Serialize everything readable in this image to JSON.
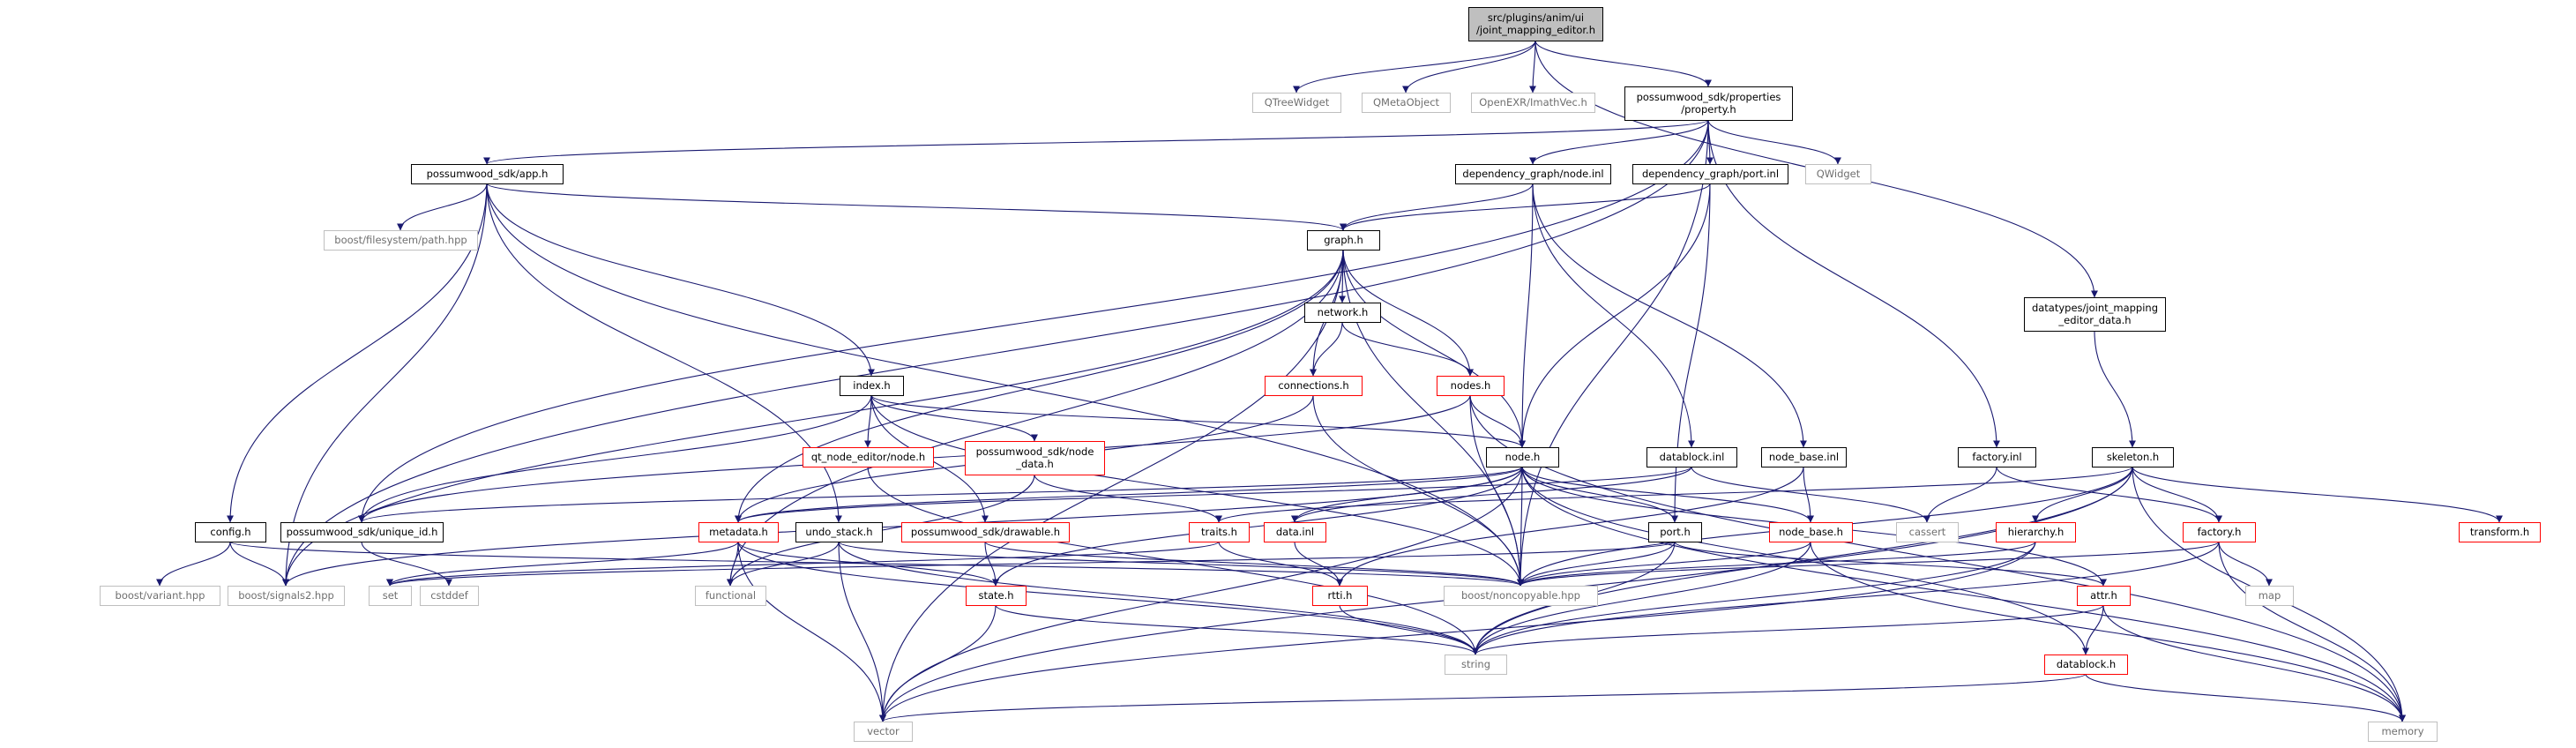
{
  "colors": {
    "edge": "#191970",
    "black_border": "#000000",
    "red_border": "#ff0000",
    "gray_border": "#bfbfbf",
    "root_fill": "#bfbfbf",
    "text": "#000000",
    "gray_text": "#6f6f6f"
  },
  "nodes": [
    {
      "id": "root",
      "lines": [
        "src/plugins/anim/ui",
        "/joint_mapping_editor.h"
      ],
      "style": "root"
    },
    {
      "id": "qtreewidget",
      "lines": [
        "QTreeWidget"
      ],
      "style": "gray"
    },
    {
      "id": "qmetaobject",
      "lines": [
        "QMetaObject"
      ],
      "style": "gray"
    },
    {
      "id": "imathvec",
      "lines": [
        "OpenEXR/ImathVec.h"
      ],
      "style": "gray"
    },
    {
      "id": "property_h",
      "lines": [
        "possumwood_sdk/properties",
        "/property.h"
      ],
      "style": "black"
    },
    {
      "id": "joint_mapping_data",
      "lines": [
        "datatypes/joint_mapping",
        "_editor_data.h"
      ],
      "style": "black"
    },
    {
      "id": "app_h",
      "lines": [
        "possumwood_sdk/app.h"
      ],
      "style": "black"
    },
    {
      "id": "dg_node_inl",
      "lines": [
        "dependency_graph/node.inl"
      ],
      "style": "black"
    },
    {
      "id": "dg_port_inl",
      "lines": [
        "dependency_graph/port.inl"
      ],
      "style": "black"
    },
    {
      "id": "qwidget",
      "lines": [
        "QWidget"
      ],
      "style": "gray"
    },
    {
      "id": "fs_path",
      "lines": [
        "boost/filesystem/path.hpp"
      ],
      "style": "gray"
    },
    {
      "id": "graph_h",
      "lines": [
        "graph.h"
      ],
      "style": "black"
    },
    {
      "id": "network_h",
      "lines": [
        "network.h"
      ],
      "style": "black"
    },
    {
      "id": "connections_h",
      "lines": [
        "connections.h"
      ],
      "style": "red"
    },
    {
      "id": "nodes_h",
      "lines": [
        "nodes.h"
      ],
      "style": "red"
    },
    {
      "id": "index_h",
      "lines": [
        "index.h"
      ],
      "style": "black"
    },
    {
      "id": "qt_node_editor",
      "lines": [
        "qt_node_editor/node.h"
      ],
      "style": "red"
    },
    {
      "id": "node_data_h",
      "lines": [
        "possumwood_sdk/node",
        "_data.h"
      ],
      "style": "red"
    },
    {
      "id": "node_h",
      "lines": [
        "node.h"
      ],
      "style": "black"
    },
    {
      "id": "datablock_inl",
      "lines": [
        "datablock.inl"
      ],
      "style": "black"
    },
    {
      "id": "node_base_inl",
      "lines": [
        "node_base.inl"
      ],
      "style": "black"
    },
    {
      "id": "factory_inl",
      "lines": [
        "factory.inl"
      ],
      "style": "black"
    },
    {
      "id": "skeleton_h",
      "lines": [
        "skeleton.h"
      ],
      "style": "black"
    },
    {
      "id": "transform_h",
      "lines": [
        "transform.h"
      ],
      "style": "red"
    },
    {
      "id": "config_h",
      "lines": [
        "config.h"
      ],
      "style": "black"
    },
    {
      "id": "unique_id_h",
      "lines": [
        "possumwood_sdk/unique_id.h"
      ],
      "style": "black"
    },
    {
      "id": "metadata_h",
      "lines": [
        "metadata.h"
      ],
      "style": "red"
    },
    {
      "id": "undo_stack_h",
      "lines": [
        "undo_stack.h"
      ],
      "style": "black"
    },
    {
      "id": "drawable_h",
      "lines": [
        "possumwood_sdk/drawable.h"
      ],
      "style": "red"
    },
    {
      "id": "traits_h",
      "lines": [
        "traits.h"
      ],
      "style": "red"
    },
    {
      "id": "data_inl",
      "lines": [
        "data.inl"
      ],
      "style": "red"
    },
    {
      "id": "port_h",
      "lines": [
        "port.h"
      ],
      "style": "black"
    },
    {
      "id": "node_base_h",
      "lines": [
        "node_base.h"
      ],
      "style": "red"
    },
    {
      "id": "cassert",
      "lines": [
        "cassert"
      ],
      "style": "gray"
    },
    {
      "id": "hierarchy_h",
      "lines": [
        "hierarchy.h"
      ],
      "style": "red"
    },
    {
      "id": "factory_h",
      "lines": [
        "factory.h"
      ],
      "style": "red"
    },
    {
      "id": "boost_variant",
      "lines": [
        "boost/variant.hpp"
      ],
      "style": "gray"
    },
    {
      "id": "boost_signals2",
      "lines": [
        "boost/signals2.hpp"
      ],
      "style": "gray"
    },
    {
      "id": "set",
      "lines": [
        "set"
      ],
      "style": "gray"
    },
    {
      "id": "cstddef",
      "lines": [
        "cstddef"
      ],
      "style": "gray"
    },
    {
      "id": "functional",
      "lines": [
        "functional"
      ],
      "style": "gray"
    },
    {
      "id": "noncopyable",
      "lines": [
        "boost/noncopyable.hpp"
      ],
      "style": "gray"
    },
    {
      "id": "map",
      "lines": [
        "map"
      ],
      "style": "gray"
    },
    {
      "id": "state_h",
      "lines": [
        "state.h"
      ],
      "style": "red"
    },
    {
      "id": "rtti_h",
      "lines": [
        "rtti.h"
      ],
      "style": "red"
    },
    {
      "id": "attr_h",
      "lines": [
        "attr.h"
      ],
      "style": "red"
    },
    {
      "id": "string",
      "lines": [
        "string"
      ],
      "style": "gray"
    },
    {
      "id": "datablock_h",
      "lines": [
        "datablock.h"
      ],
      "style": "red"
    },
    {
      "id": "vector",
      "lines": [
        "vector"
      ],
      "style": "gray"
    },
    {
      "id": "memory",
      "lines": [
        "memory"
      ],
      "style": "gray"
    }
  ],
  "edges": [
    [
      "root",
      "qtreewidget"
    ],
    [
      "root",
      "qmetaobject"
    ],
    [
      "root",
      "imathvec"
    ],
    [
      "root",
      "property_h"
    ],
    [
      "root",
      "joint_mapping_data"
    ],
    [
      "property_h",
      "app_h"
    ],
    [
      "property_h",
      "dg_node_inl"
    ],
    [
      "property_h",
      "dg_port_inl"
    ],
    [
      "property_h",
      "qwidget"
    ],
    [
      "property_h",
      "factory_inl"
    ],
    [
      "property_h",
      "unique_id_h"
    ],
    [
      "property_h",
      "boost_signals2"
    ],
    [
      "property_h",
      "noncopyable"
    ],
    [
      "app_h",
      "fs_path"
    ],
    [
      "app_h",
      "graph_h"
    ],
    [
      "app_h",
      "index_h"
    ],
    [
      "app_h",
      "config_h"
    ],
    [
      "app_h",
      "undo_stack_h"
    ],
    [
      "app_h",
      "boost_signals2"
    ],
    [
      "app_h",
      "noncopyable"
    ],
    [
      "dg_node_inl",
      "graph_h"
    ],
    [
      "dg_node_inl",
      "node_h"
    ],
    [
      "dg_node_inl",
      "datablock_inl"
    ],
    [
      "dg_node_inl",
      "node_base_inl"
    ],
    [
      "dg_port_inl",
      "graph_h"
    ],
    [
      "dg_port_inl",
      "node_h"
    ],
    [
      "dg_port_inl",
      "port_h"
    ],
    [
      "graph_h",
      "network_h"
    ],
    [
      "graph_h",
      "connections_h"
    ],
    [
      "graph_h",
      "nodes_h"
    ],
    [
      "graph_h",
      "node_h"
    ],
    [
      "graph_h",
      "noncopyable"
    ],
    [
      "graph_h",
      "metadata_h"
    ],
    [
      "graph_h",
      "functional"
    ],
    [
      "graph_h",
      "boost_signals2"
    ],
    [
      "graph_h",
      "vector"
    ],
    [
      "network_h",
      "connections_h"
    ],
    [
      "network_h",
      "nodes_h"
    ],
    [
      "connections_h",
      "noncopyable"
    ],
    [
      "connections_h",
      "metadata_h"
    ],
    [
      "nodes_h",
      "node_h"
    ],
    [
      "nodes_h",
      "noncopyable"
    ],
    [
      "nodes_h",
      "memory"
    ],
    [
      "nodes_h",
      "unique_id_h"
    ],
    [
      "index_h",
      "qt_node_editor"
    ],
    [
      "index_h",
      "node_data_h"
    ],
    [
      "index_h",
      "node_h"
    ],
    [
      "index_h",
      "unique_id_h"
    ],
    [
      "index_h",
      "drawable_h"
    ],
    [
      "index_h",
      "noncopyable"
    ],
    [
      "qt_node_editor",
      "string"
    ],
    [
      "node_data_h",
      "traits_h"
    ],
    [
      "node_data_h",
      "functional"
    ],
    [
      "node_h",
      "port_h"
    ],
    [
      "node_h",
      "node_base_h"
    ],
    [
      "node_h",
      "metadata_h"
    ],
    [
      "node_h",
      "data_inl"
    ],
    [
      "node_h",
      "state_h"
    ],
    [
      "node_h",
      "attr_h"
    ],
    [
      "node_h",
      "datablock_h"
    ],
    [
      "node_h",
      "noncopyable"
    ],
    [
      "node_h",
      "boost_signals2"
    ],
    [
      "node_h",
      "unique_id_h"
    ],
    [
      "node_h",
      "memory"
    ],
    [
      "node_h",
      "vector"
    ],
    [
      "datablock_inl",
      "data_inl"
    ],
    [
      "datablock_inl",
      "cassert"
    ],
    [
      "datablock_inl",
      "metadata_h"
    ],
    [
      "node_base_inl",
      "node_base_h"
    ],
    [
      "node_base_inl",
      "rtti_h"
    ],
    [
      "factory_inl",
      "factory_h"
    ],
    [
      "factory_inl",
      "cassert"
    ],
    [
      "joint_mapping_data",
      "skeleton_h"
    ],
    [
      "skeleton_h",
      "transform_h"
    ],
    [
      "skeleton_h",
      "hierarchy_h"
    ],
    [
      "skeleton_h",
      "factory_h"
    ],
    [
      "skeleton_h",
      "noncopyable"
    ],
    [
      "skeleton_h",
      "string"
    ],
    [
      "skeleton_h",
      "vector"
    ],
    [
      "skeleton_h",
      "memory"
    ],
    [
      "skeleton_h",
      "traits_h"
    ],
    [
      "config_h",
      "boost_variant"
    ],
    [
      "config_h",
      "boost_signals2"
    ],
    [
      "config_h",
      "noncopyable"
    ],
    [
      "unique_id_h",
      "cstddef"
    ],
    [
      "metadata_h",
      "state_h"
    ],
    [
      "metadata_h",
      "functional"
    ],
    [
      "metadata_h",
      "set"
    ],
    [
      "metadata_h",
      "string"
    ],
    [
      "metadata_h",
      "vector"
    ],
    [
      "undo_stack_h",
      "functional"
    ],
    [
      "undo_stack_h",
      "vector"
    ],
    [
      "undo_stack_h",
      "string"
    ],
    [
      "undo_stack_h",
      "noncopyable"
    ],
    [
      "drawable_h",
      "state_h"
    ],
    [
      "drawable_h",
      "noncopyable"
    ],
    [
      "traits_h",
      "rtti_h"
    ],
    [
      "traits_h",
      "set"
    ],
    [
      "data_inl",
      "rtti_h"
    ],
    [
      "port_h",
      "noncopyable"
    ],
    [
      "port_h",
      "string"
    ],
    [
      "port_h",
      "attr_h"
    ],
    [
      "port_h",
      "set"
    ],
    [
      "node_base_h",
      "noncopyable"
    ],
    [
      "node_base_h",
      "string"
    ],
    [
      "node_base_h",
      "memory"
    ],
    [
      "hierarchy_h",
      "noncopyable"
    ],
    [
      "hierarchy_h",
      "string"
    ],
    [
      "hierarchy_h",
      "vector"
    ],
    [
      "factory_h",
      "map"
    ],
    [
      "factory_h",
      "string"
    ],
    [
      "factory_h",
      "memory"
    ],
    [
      "factory_h",
      "noncopyable"
    ],
    [
      "state_h",
      "vector"
    ],
    [
      "state_h",
      "string"
    ],
    [
      "rtti_h",
      "string"
    ],
    [
      "attr_h",
      "string"
    ],
    [
      "attr_h",
      "datablock_h"
    ],
    [
      "attr_h",
      "memory"
    ],
    [
      "datablock_h",
      "vector"
    ],
    [
      "datablock_h",
      "memory"
    ]
  ]
}
